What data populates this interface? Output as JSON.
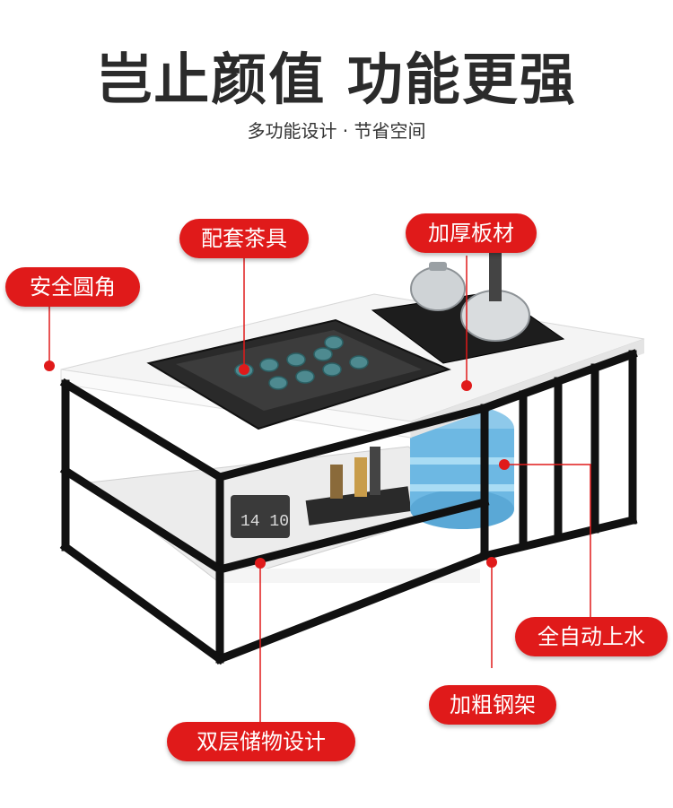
{
  "headline": "岂止颜值 功能更强",
  "subheadline": "多功能设计 · 节省空间",
  "callouts": {
    "tea_set": "配套茶具",
    "thick_board": "加厚板材",
    "rounded_corners": "安全圆角",
    "auto_water": "全自动上水",
    "steel_frame": "加粗钢架",
    "double_storage": "双层储物设计"
  },
  "clock_display": "14 10",
  "colors": {
    "accent": "#e01a1a",
    "frame": "#111111",
    "tabletop": "#f4f4f4"
  }
}
